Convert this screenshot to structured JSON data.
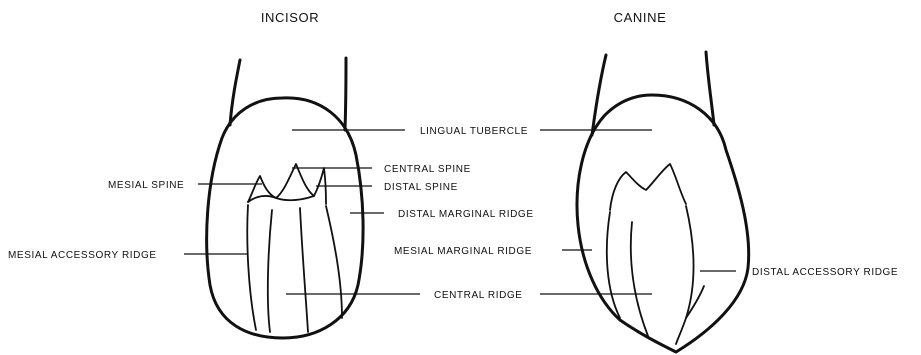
{
  "titles": {
    "incisor": "INCISOR",
    "canine": "CANINE"
  },
  "labels": {
    "lingual_tubercle": "LINGUAL TUBERCLE",
    "central_spine": "CENTRAL SPINE",
    "mesial_spine": "MESIAL SPINE",
    "distal_spine": "DISTAL SPINE",
    "distal_marginal_ridge": "DISTAL MARGINAL RIDGE",
    "mesial_accessory_ridge": "MESIAL ACCESSORY RIDGE",
    "mesial_marginal_ridge": "MESIAL MARGINAL RIDGE",
    "distal_accessory_ridge": "DISTAL ACCESSORY RIDGE",
    "central_ridge": "CENTRAL RIDGE"
  },
  "colors": {
    "line": "#111111",
    "background": "#ffffff"
  }
}
